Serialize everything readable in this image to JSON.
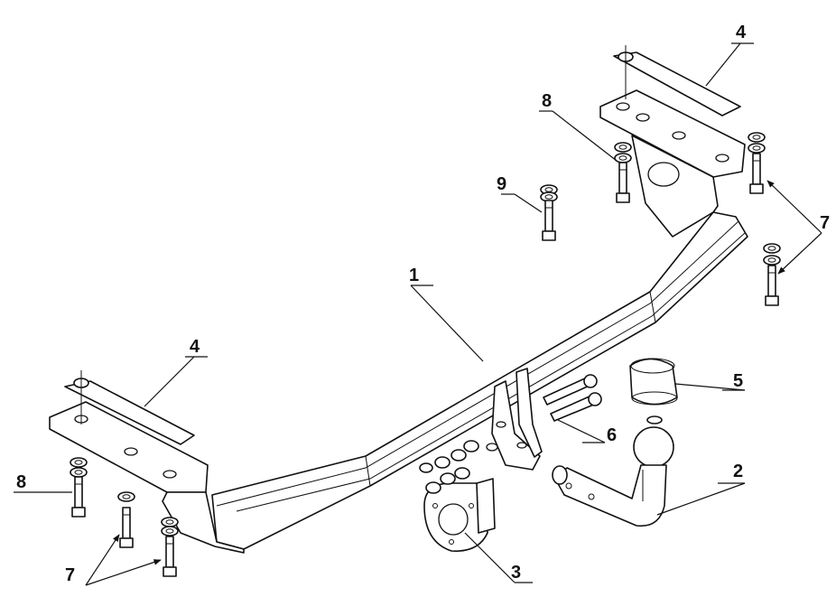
{
  "callouts": {
    "beam": "1",
    "ball_neck": "2",
    "socket_plate": "3",
    "bracket_left": "4",
    "bracket_right": "4",
    "ball_cover": "5",
    "bolts_center": "6",
    "bolts_left": "7",
    "bolts_right": "7",
    "bolt_left": "8",
    "bolt_right": "8",
    "bolt_small": "9"
  },
  "colors": {
    "line": "#111111",
    "background": "#ffffff"
  }
}
